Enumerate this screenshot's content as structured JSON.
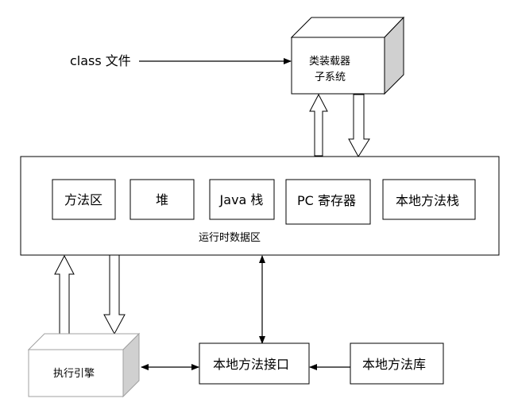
{
  "input": {
    "label": "class 文件"
  },
  "class_loader": {
    "line1": "类装载器",
    "line2": "子系统"
  },
  "runtime_data_area": {
    "label": "运行时数据区",
    "areas": [
      "方法区",
      "堆",
      "Java 栈",
      "PC 寄存器",
      "本地方法栈"
    ]
  },
  "execution_engine": {
    "label": "执行引擎"
  },
  "native_interface": {
    "label": "本地方法接口"
  },
  "native_library": {
    "label": "本地方法库"
  },
  "colors": {
    "stroke": "#000000",
    "cube_side": "#d0d0d0",
    "engine_border": "#a0a0a0"
  }
}
